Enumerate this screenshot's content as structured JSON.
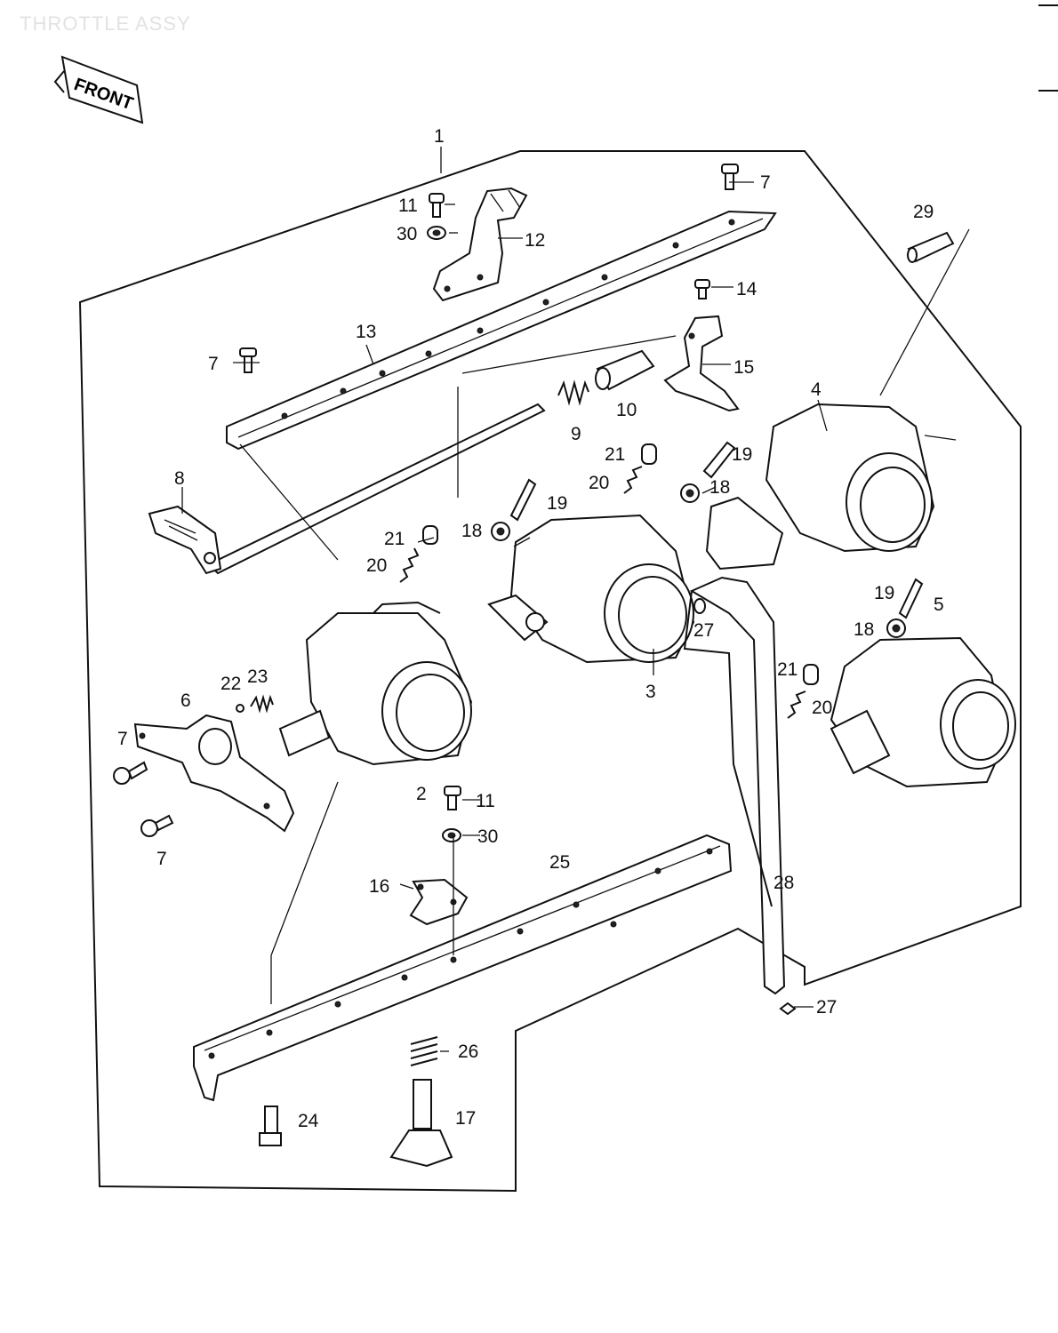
{
  "header": {
    "title": "THROTTLE ASSY"
  },
  "front_badge": {
    "text": "FRONT"
  },
  "callouts": {
    "c1": "1",
    "c2": "2",
    "c3": "3",
    "c4": "4",
    "c5": "5",
    "c6": "6",
    "c7a": "7",
    "c7b": "7",
    "c7c": "7",
    "c7d": "7",
    "c8": "8",
    "c9": "9",
    "c10": "10",
    "c11a": "11",
    "c11b": "11",
    "c12": "12",
    "c13": "13",
    "c14": "14",
    "c15": "15",
    "c16": "16",
    "c17": "17",
    "c18a": "18",
    "c18b": "18",
    "c18c": "18",
    "c19a": "19",
    "c19b": "19",
    "c19c": "19",
    "c20a": "20",
    "c20b": "20",
    "c20c": "20",
    "c21a": "21",
    "c21b": "21",
    "c21c": "21",
    "c22": "22",
    "c23": "23",
    "c24": "24",
    "c25": "25",
    "c26": "26",
    "c27a": "27",
    "c27b": "27",
    "c28": "28",
    "c29": "29",
    "c30a": "30",
    "c30b": "30"
  }
}
